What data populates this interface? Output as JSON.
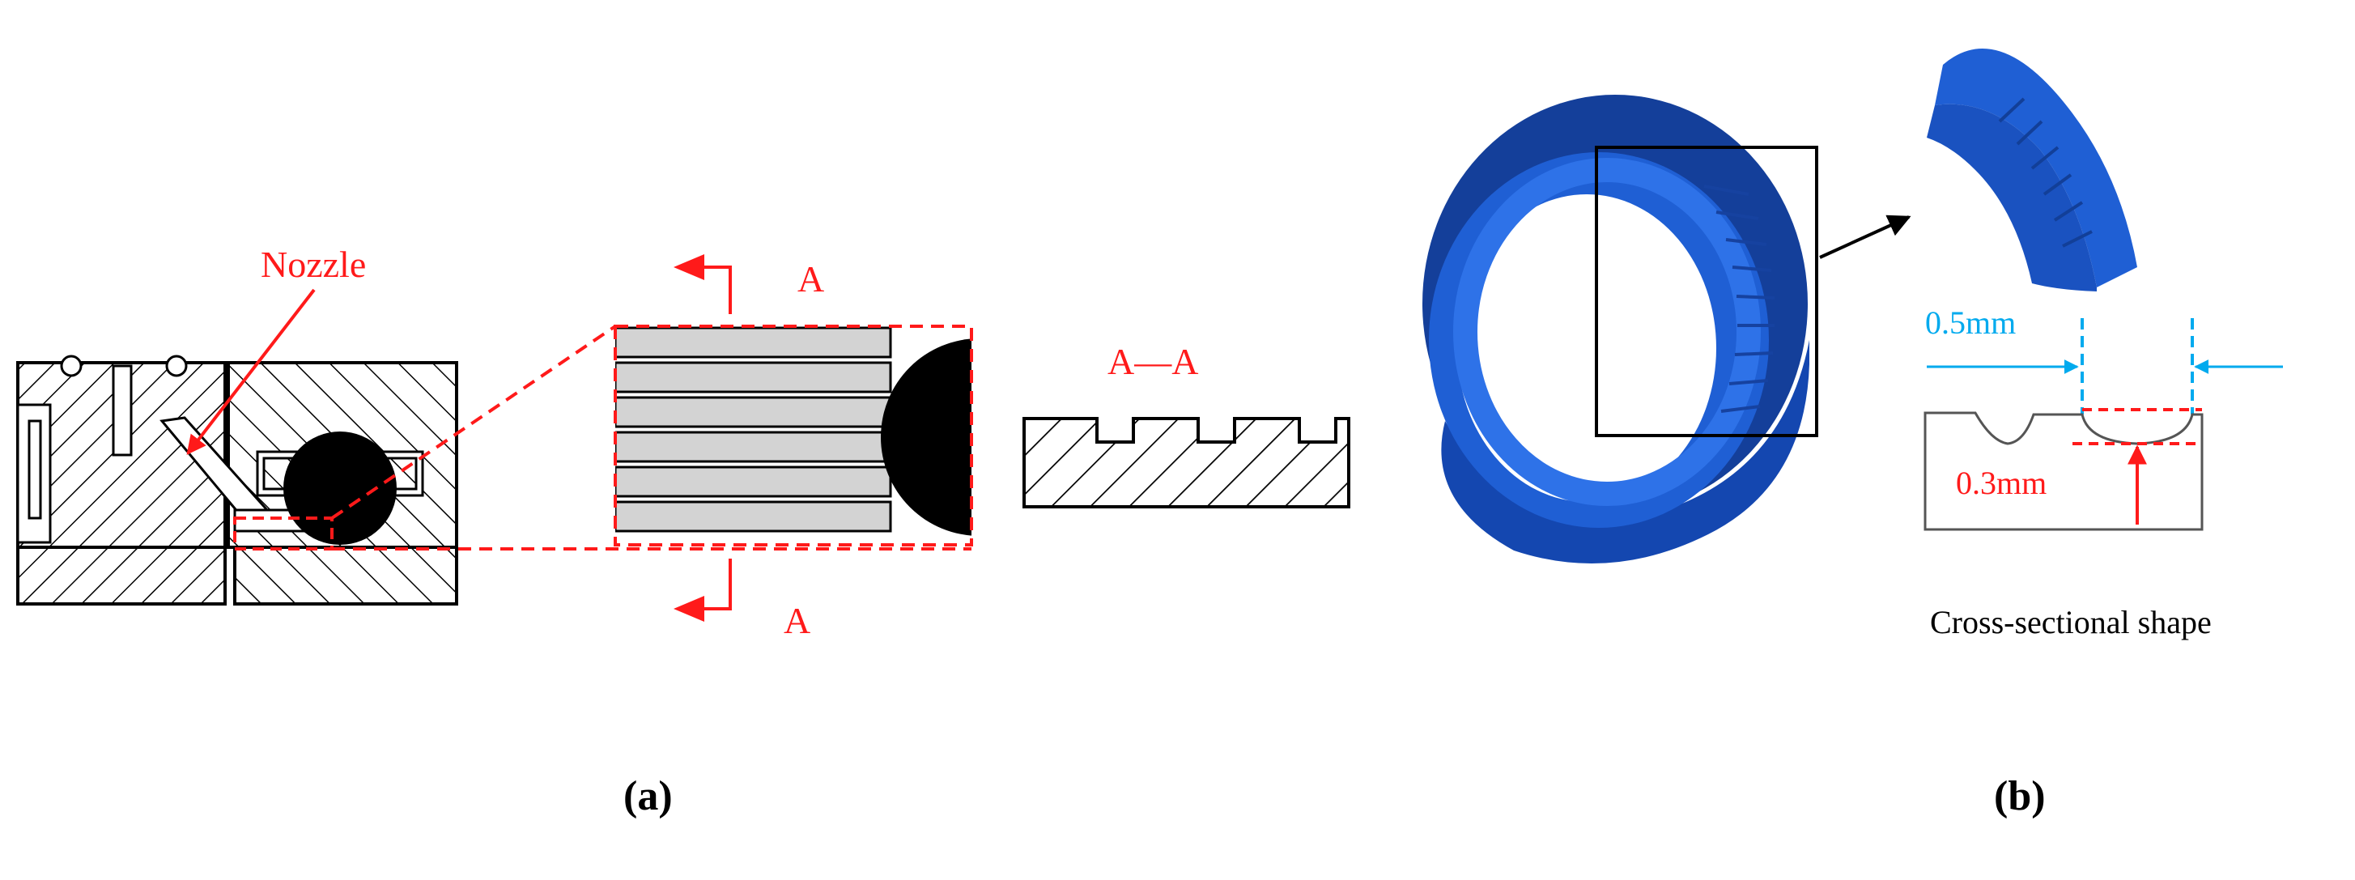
{
  "labels": {
    "nozzle": "Nozzle",
    "section_a_top": "A",
    "section_a_bottom": "A",
    "section_aa": "A—A",
    "width_dim": "0.5mm",
    "depth_dim": "0.3mm",
    "cross_section": "Cross-sectional shape",
    "panel_a": "(a)",
    "panel_b": "(b)"
  },
  "colors": {
    "annotation_red": "#ff1a1a",
    "dimension_cyan": "#00aaee",
    "part_blue": "#1f5fd4",
    "line": "#000000"
  }
}
